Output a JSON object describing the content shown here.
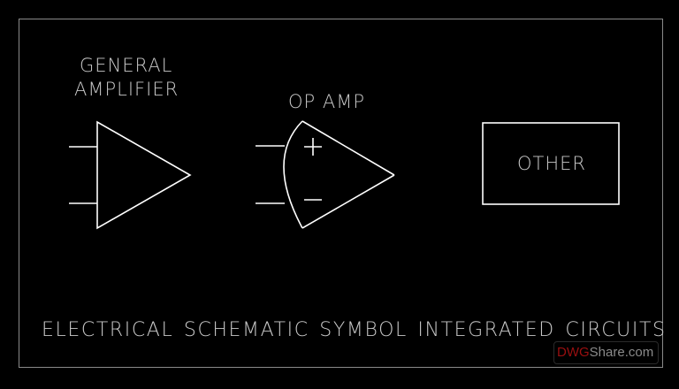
{
  "drawing": {
    "title": "ELECTRICAL  SCHEMATIC  SYMBOL  INTEGRATED  CIRCUITS",
    "background_color": "#000000",
    "line_color": "#ffffff",
    "text_color": "#c8c8c8",
    "frame_color": "#8a8a8a"
  },
  "symbols": [
    {
      "id": "general-amplifier",
      "label_line1": "GENERAL",
      "label_line2": "AMPLIFIER"
    },
    {
      "id": "op-amp",
      "label": "OP  AMP",
      "plus": "+",
      "minus": "−"
    },
    {
      "id": "other",
      "label": "OTHER"
    }
  ],
  "watermark": {
    "part1": "DWG",
    "part2": "Share.com",
    "color1": "#9a0f10",
    "color2": "#8a8a8a"
  }
}
